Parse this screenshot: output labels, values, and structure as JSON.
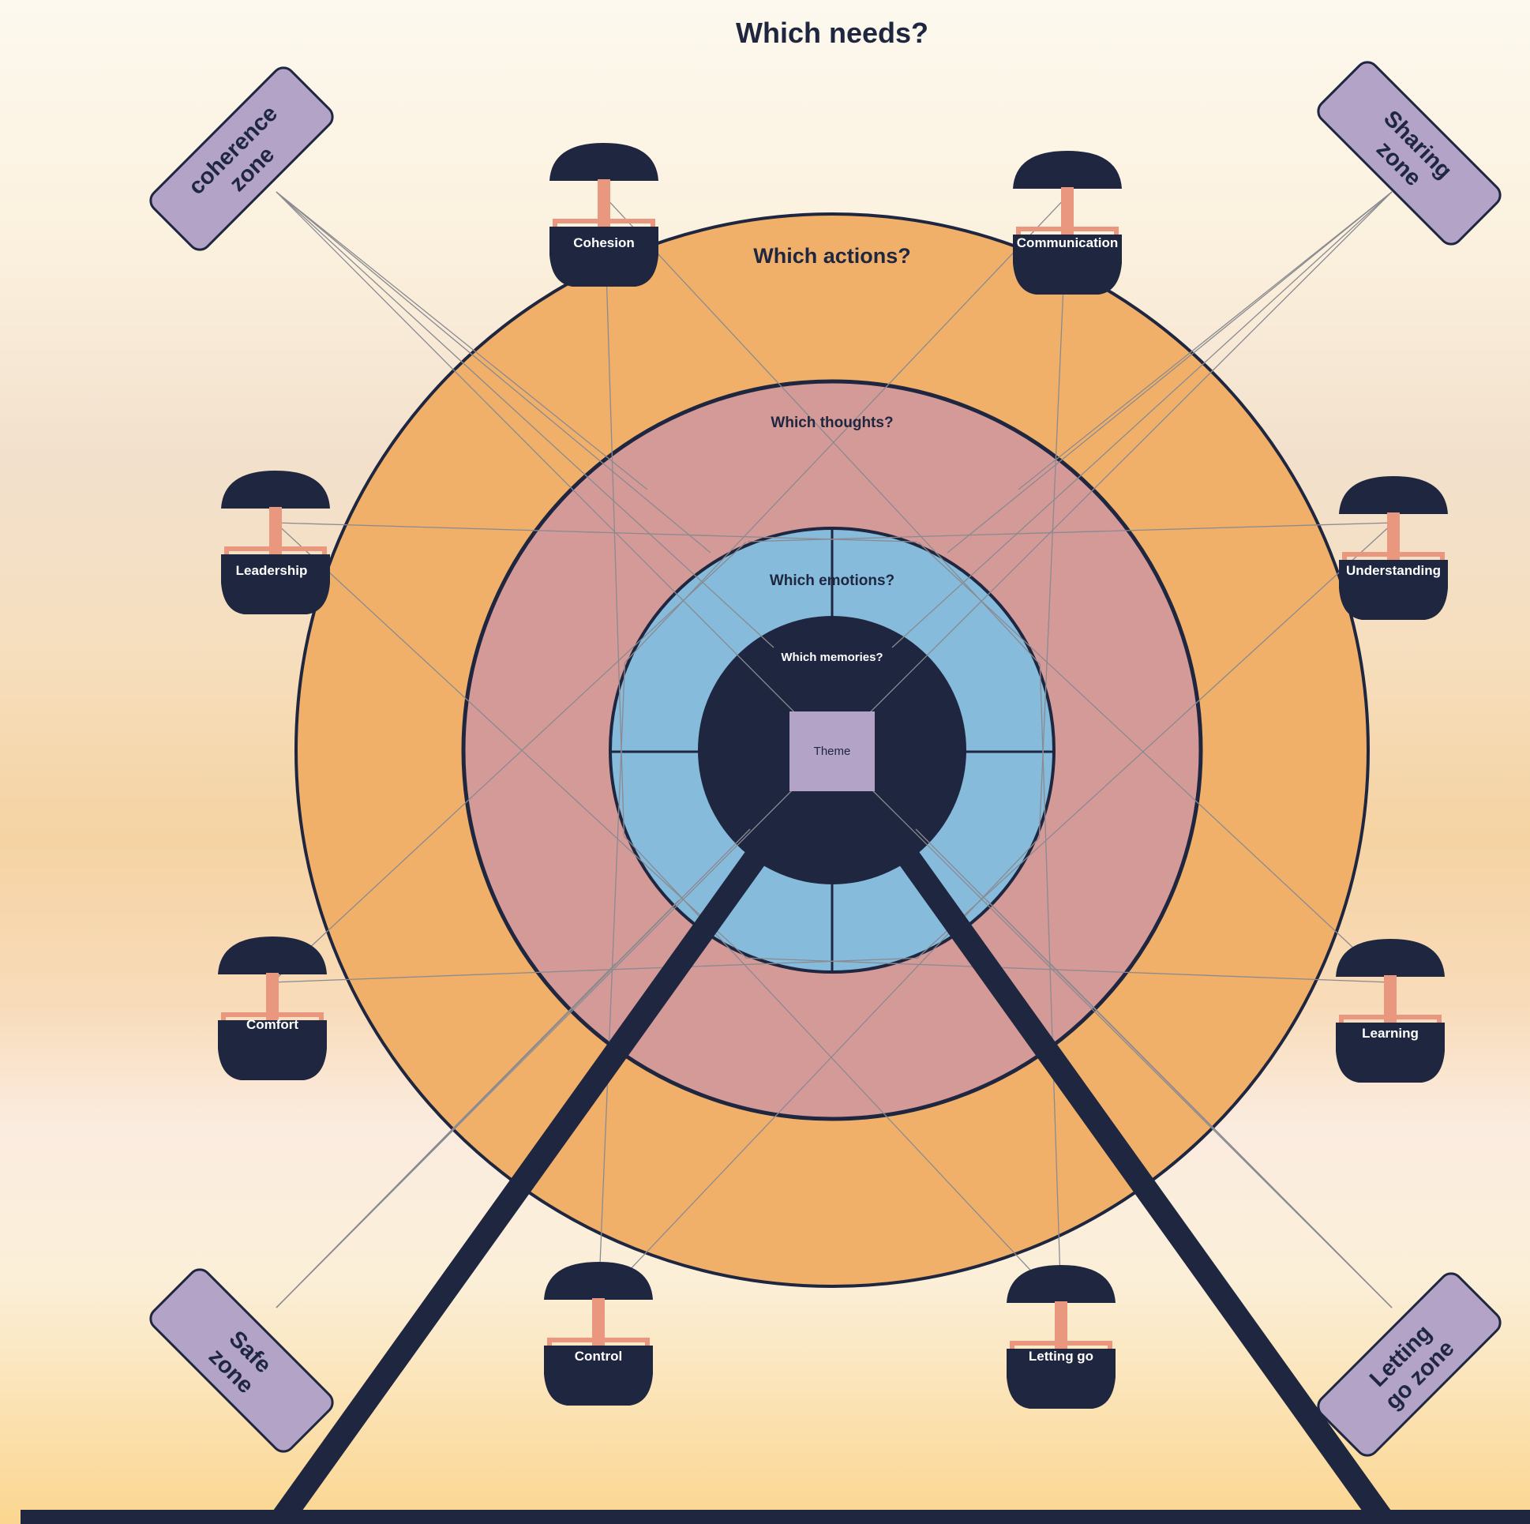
{
  "diagram": {
    "title": "Which needs?",
    "rings": {
      "actions": "Which actions?",
      "thoughts": "Which thoughts?",
      "emotions": "Which emotions?",
      "memories": "Which memories?"
    },
    "theme": "Theme",
    "cabins": [
      "Cohesion",
      "Communication",
      "Leadership",
      "Understanding",
      "Comfort",
      "Learning",
      "Control",
      "Letting go"
    ],
    "zones": [
      {
        "line1": "coherence",
        "line2": "zone"
      },
      {
        "line1": "Sharing",
        "line2": "zone"
      },
      {
        "line1": "Safe",
        "line2": "zone"
      },
      {
        "line1": "Letting",
        "line2": "go zone"
      }
    ],
    "colors": {
      "navy": "#1e2640",
      "actions_ring": "#f0b06a",
      "thoughts_ring": "#d49a98",
      "emotions_ring": "#86bbdb",
      "zone_fill": "#b2a3c7",
      "cabin_pole": "#e9977f"
    }
  }
}
